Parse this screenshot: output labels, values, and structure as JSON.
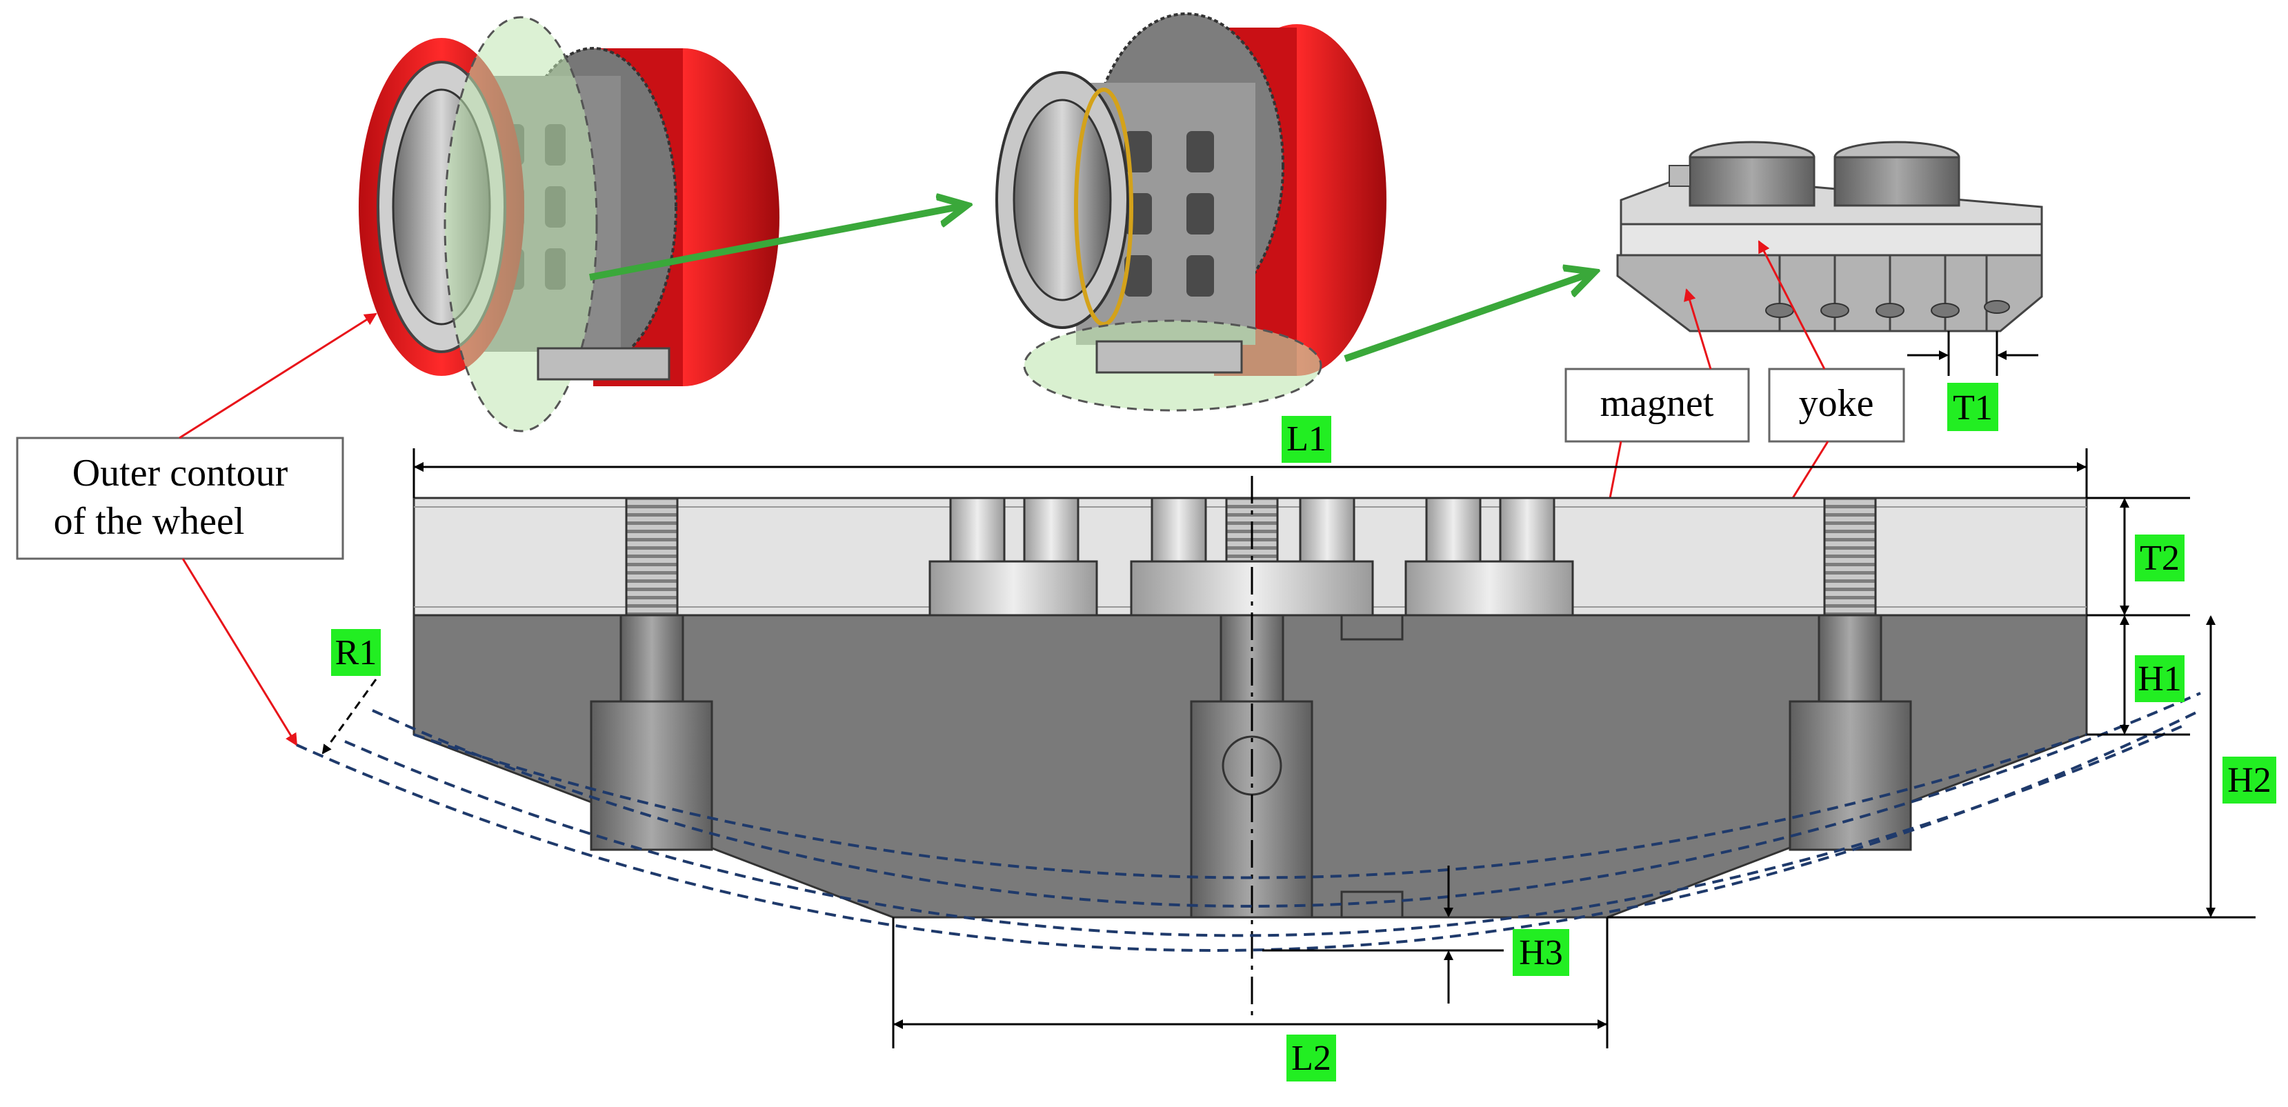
{
  "labels": {
    "outer_contour_line1": "Outer contour",
    "outer_contour_line2": "of the wheel",
    "magnet": "magnet",
    "yoke": "yoke"
  },
  "dimensions": {
    "L1": "L1",
    "L2": "L2",
    "T1": "T1",
    "T2": "T2",
    "H1": "H1",
    "H2": "H2",
    "H3": "H3",
    "R1": "R1"
  },
  "colors": {
    "wheel_red": "#e0141a",
    "highlight_green": "#22ee22",
    "arrow_green": "#3aa83a",
    "leader_red": "#e8141a",
    "magnet_gray": "#7a7a7a",
    "yoke_gray": "#e3e3e3",
    "contour_blue": "#1f3a6b"
  }
}
